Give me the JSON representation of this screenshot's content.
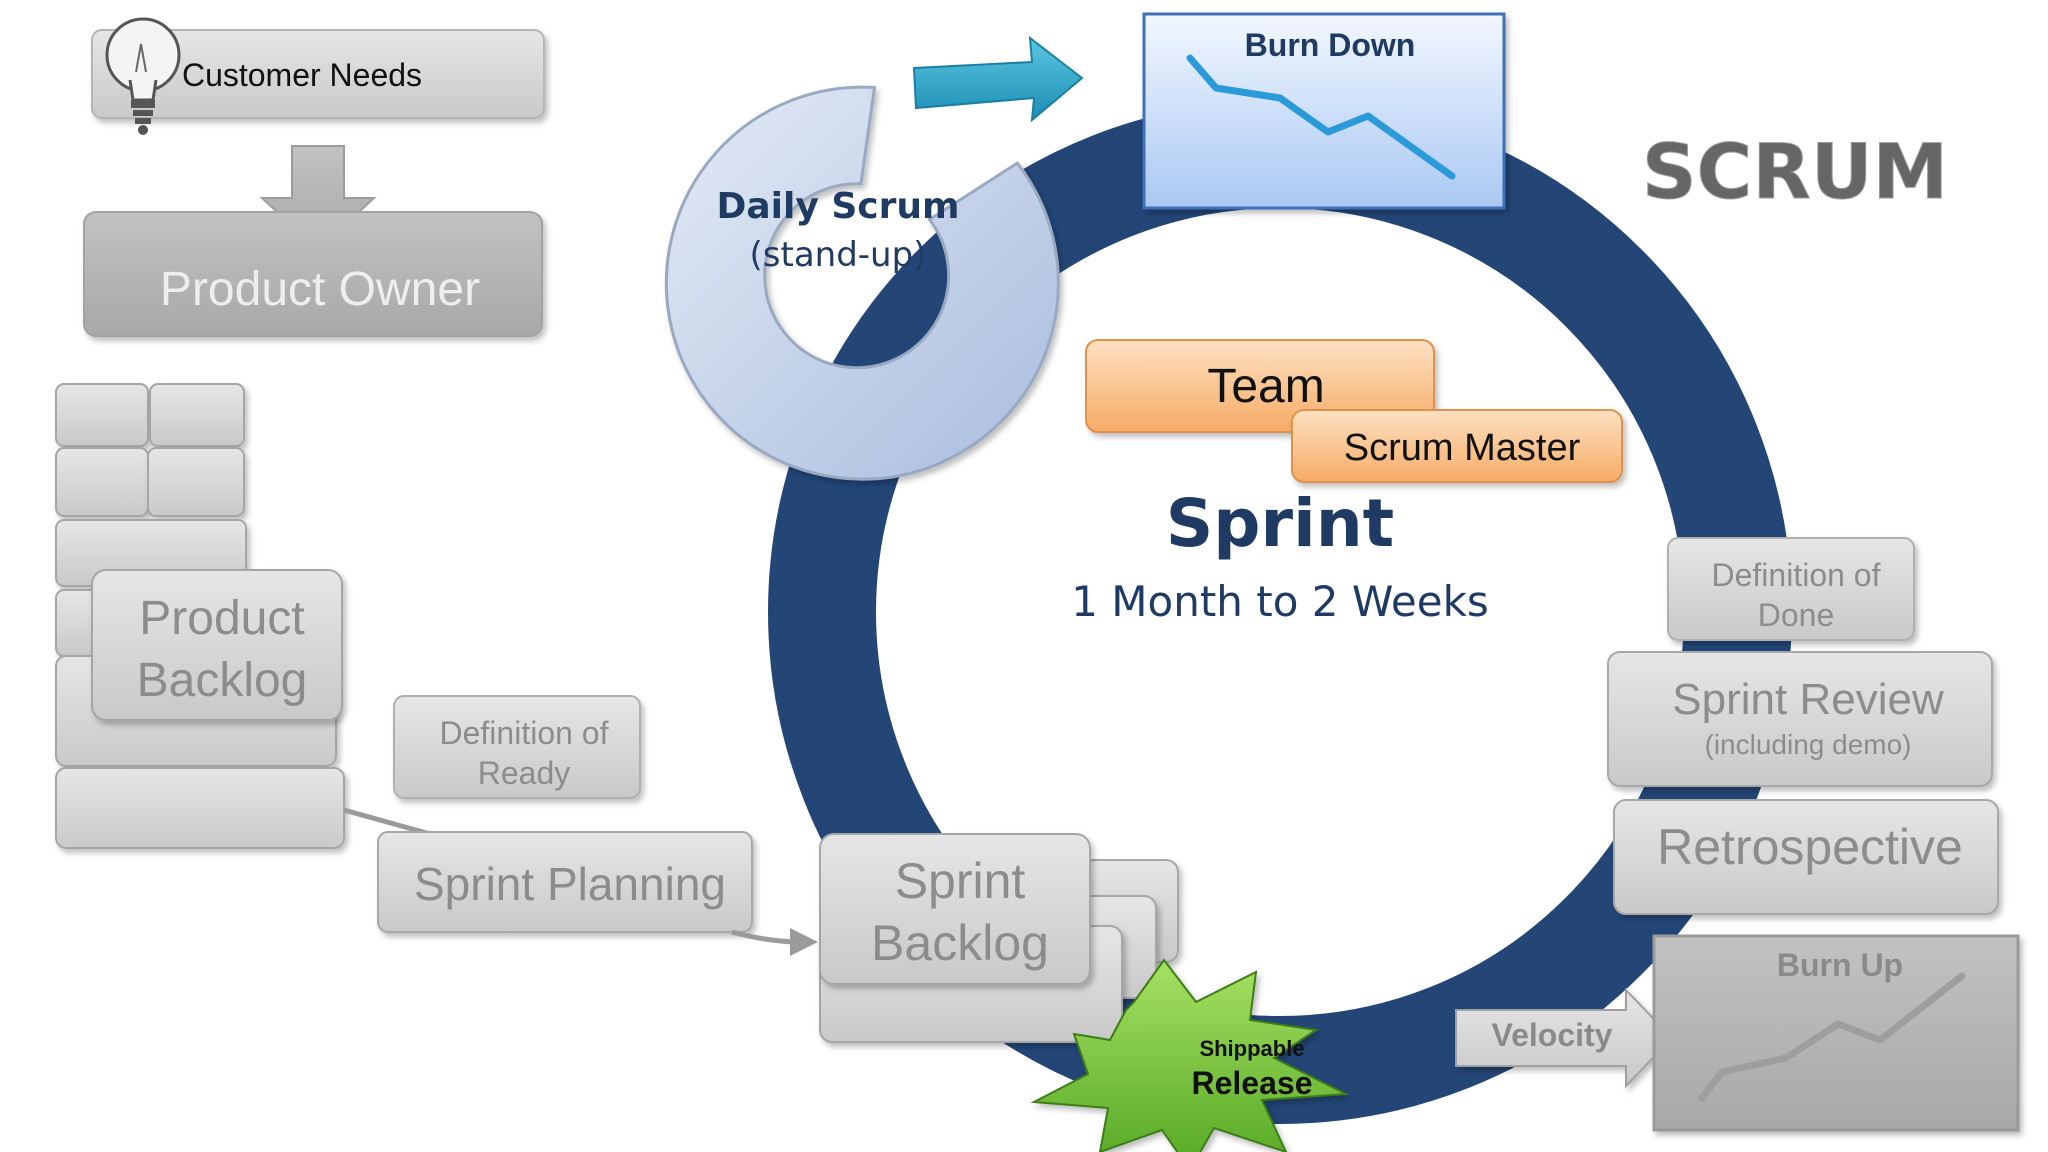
{
  "diagram": {
    "title": "SCRUM",
    "customer_needs": "Customer Needs",
    "product_owner": "Product Owner",
    "product_backlog": [
      "Product",
      "Backlog"
    ],
    "definition_of_ready": [
      "Definition of",
      "Ready"
    ],
    "sprint_planning": "Sprint Planning",
    "sprint_backlog": [
      "Sprint",
      "Backlog"
    ],
    "daily_scrum": "Daily Scrum",
    "daily_scrum_sub": "(stand-up)",
    "burn_down": "Burn Down",
    "team": "Team",
    "scrum_master": "Scrum Master",
    "sprint": "Sprint",
    "sprint_duration": "1 Month to 2 Weeks",
    "definition_of_done": [
      "Definition of",
      "Done"
    ],
    "sprint_review": "Sprint Review",
    "sprint_review_sub": "(including demo)",
    "retrospective": "Retrospective",
    "shippable": "Shippable",
    "release": "Release",
    "velocity": "Velocity",
    "burn_up": "Burn Up"
  },
  "colors": {
    "ring": "#234677",
    "navy_text": "#1f3a63",
    "gray_box": "#d6d6d6",
    "gray_text": "#8c8c8c",
    "orange": "#f8b879",
    "burst": "#7cc63a",
    "burn_line": "#2a9ad8",
    "arrow_teal": "#29a7c8"
  }
}
